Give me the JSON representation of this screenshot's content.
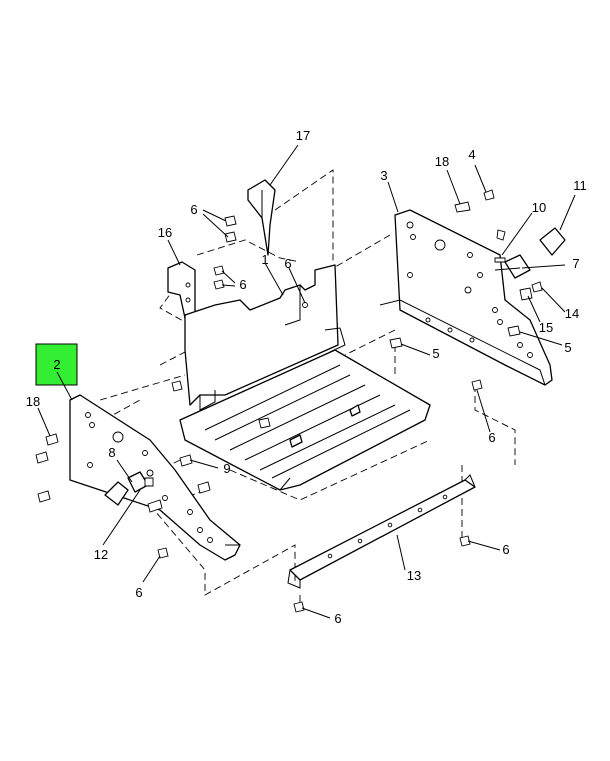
{
  "diagram": {
    "highlight": {
      "label": "2",
      "color": "#33ee33"
    },
    "callouts": [
      {
        "id": "c17",
        "label": "17"
      },
      {
        "id": "c18t",
        "label": "18"
      },
      {
        "id": "c4",
        "label": "4"
      },
      {
        "id": "c3",
        "label": "3"
      },
      {
        "id": "c11",
        "label": "11"
      },
      {
        "id": "c10",
        "label": "10"
      },
      {
        "id": "c6a",
        "label": "6"
      },
      {
        "id": "c16",
        "label": "16"
      },
      {
        "id": "c1",
        "label": "1"
      },
      {
        "id": "c6b",
        "label": "6"
      },
      {
        "id": "c6c",
        "label": "6"
      },
      {
        "id": "c7",
        "label": "7"
      },
      {
        "id": "c14",
        "label": "14"
      },
      {
        "id": "c15",
        "label": "15"
      },
      {
        "id": "c5a",
        "label": "5"
      },
      {
        "id": "c5b",
        "label": "5"
      },
      {
        "id": "c6d",
        "label": "6"
      },
      {
        "id": "c18l",
        "label": "18"
      },
      {
        "id": "c8",
        "label": "8"
      },
      {
        "id": "c9",
        "label": "9"
      },
      {
        "id": "c12",
        "label": "12"
      },
      {
        "id": "c6e",
        "label": "6"
      },
      {
        "id": "c13",
        "label": "13"
      },
      {
        "id": "c6f",
        "label": "6"
      },
      {
        "id": "c6g",
        "label": "6"
      }
    ]
  }
}
